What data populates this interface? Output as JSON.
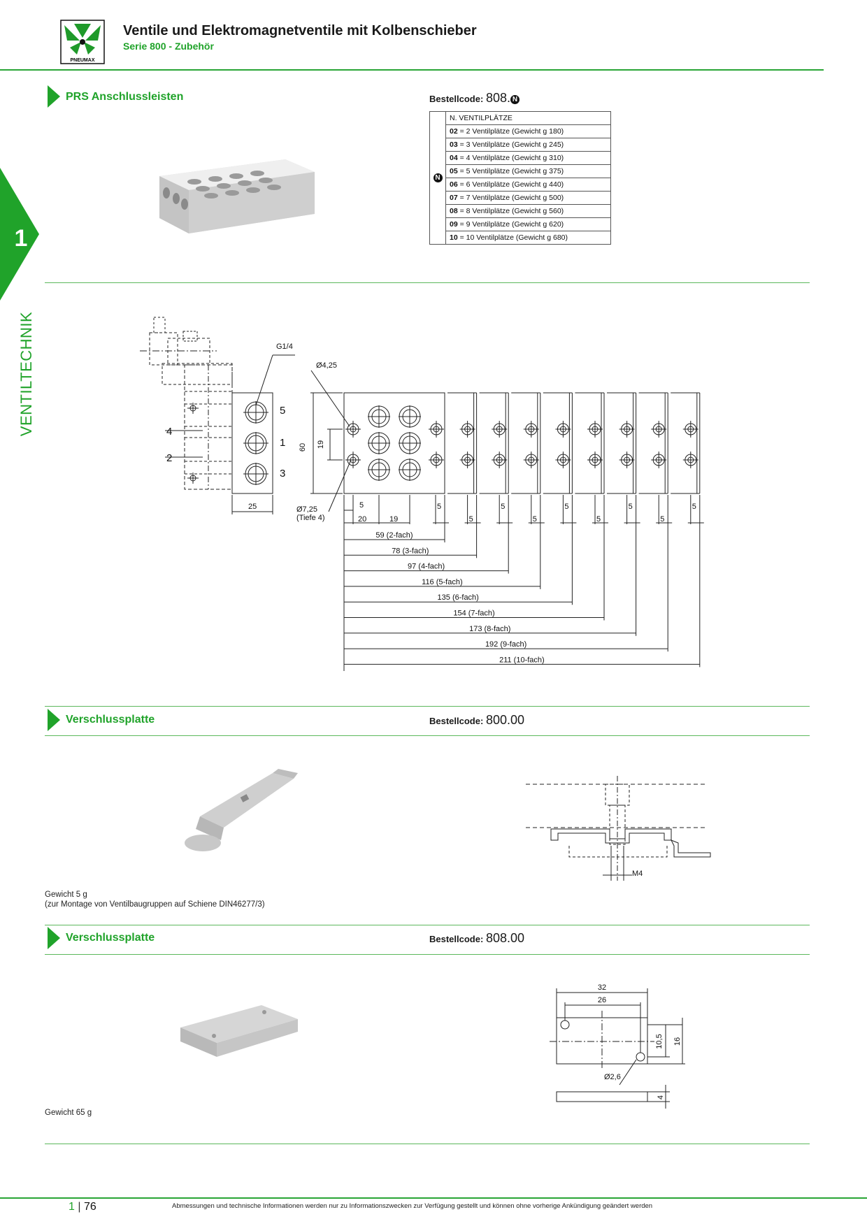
{
  "header": {
    "title": "Ventile und Elektromagnetventile mit Kolbenschieber",
    "subtitle": "Serie 800 - Zubehör",
    "logo_text": "PNEUMAX"
  },
  "side_tab": {
    "number": "1",
    "label": "VENTILTECHNIK"
  },
  "section1": {
    "title": "PRS Anschlussleisten",
    "order_label": "Bestellcode:",
    "order_code": "808.",
    "order_marker": "N",
    "table_header": "N. VENTILPLÄTZE",
    "rows": [
      {
        "code": "02",
        "text": "= 2 Ventilplätze (Gewicht g 180)"
      },
      {
        "code": "03",
        "text": "= 3 Ventilplätze (Gewicht g 245)"
      },
      {
        "code": "04",
        "text": "= 4 Ventilplätze (Gewicht g 310)"
      },
      {
        "code": "05",
        "text": "= 5 Ventilplätze (Gewicht g 375)"
      },
      {
        "code": "06",
        "text": "= 6 Ventilplätze (Gewicht g 440)"
      },
      {
        "code": "07",
        "text": "= 7 Ventilplätze (Gewicht g 500)"
      },
      {
        "code": "08",
        "text": "= 8 Ventilplätze (Gewicht g 560)"
      },
      {
        "code": "09",
        "text": "= 9 Ventilplätze (Gewicht g 620)"
      },
      {
        "code": "10",
        "text": "= 10 Ventilplätze (Gewicht g 680)"
      }
    ]
  },
  "drawing1": {
    "thread": "G1/4",
    "hole_small": "Ø4,25",
    "hole_big": "Ø7,25",
    "depth": "(Tiefe 4)",
    "ports": [
      "5",
      "1",
      "3",
      "4",
      "2"
    ],
    "height": "60",
    "pitch_v": "19",
    "width": "25",
    "d5": "5",
    "d20": "20",
    "d19": "19",
    "lengths": [
      "59 (2-fach)",
      "78 (3-fach)",
      "97 (4-fach)",
      "116 (5-fach)",
      "135 (6-fach)",
      "154 (7-fach)",
      "173 (8-fach)",
      "192 (9-fach)",
      "211 (10-fach)"
    ]
  },
  "section2": {
    "title": "Verschlussplatte",
    "order_label": "Bestellcode:",
    "order_code": "800.00",
    "weight": "Gewicht 5 g",
    "note": "(zur Montage von Ventilbaugruppen auf Schiene DIN46277/3)",
    "thread": "M4"
  },
  "section3": {
    "title": "Verschlussplatte",
    "order_label": "Bestellcode:",
    "order_code": "808.00",
    "weight": "Gewicht 65 g",
    "dims": {
      "w32": "32",
      "w26": "26",
      "h10": "10,5",
      "h16": "16",
      "hole": "Ø2,6",
      "t4": "4"
    }
  },
  "footer": {
    "chapter": "1",
    "page": "76",
    "disclaimer": "Abmessungen und technische Informationen werden nur zu Informationszwecken zur Verfügung gestellt und können ohne vorherige Ankündigung geändert werden"
  },
  "colors": {
    "accent": "#20a32a"
  }
}
